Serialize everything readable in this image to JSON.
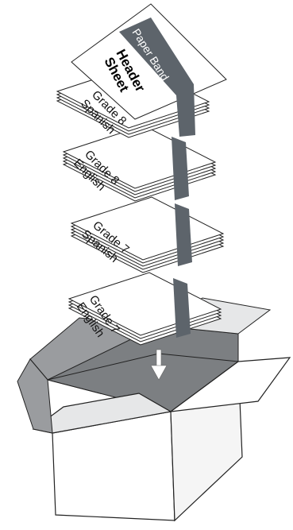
{
  "colors": {
    "band": "#5d646b",
    "box_inside": "#7c7f82",
    "box_flap_light": "#e6e7e8",
    "box_flap_dark": "#9a9c9f",
    "arrow": "#ffffff",
    "paper": "#ffffff",
    "outline": "#222222"
  },
  "band_label": "Paper Band",
  "header_sheet": {
    "line1": "Header",
    "line2": "Sheet"
  },
  "stacks": [
    {
      "line1": "Grade 8",
      "line2": "Spanish"
    },
    {
      "line1": "Grade 8",
      "line2": "English"
    },
    {
      "line1": "Grade 7",
      "line2": "Spanish"
    },
    {
      "line1": "Grade 7",
      "line2": "English"
    }
  ],
  "icons": [
    "down-arrow-icon",
    "open-box-icon",
    "paper-band-icon"
  ]
}
